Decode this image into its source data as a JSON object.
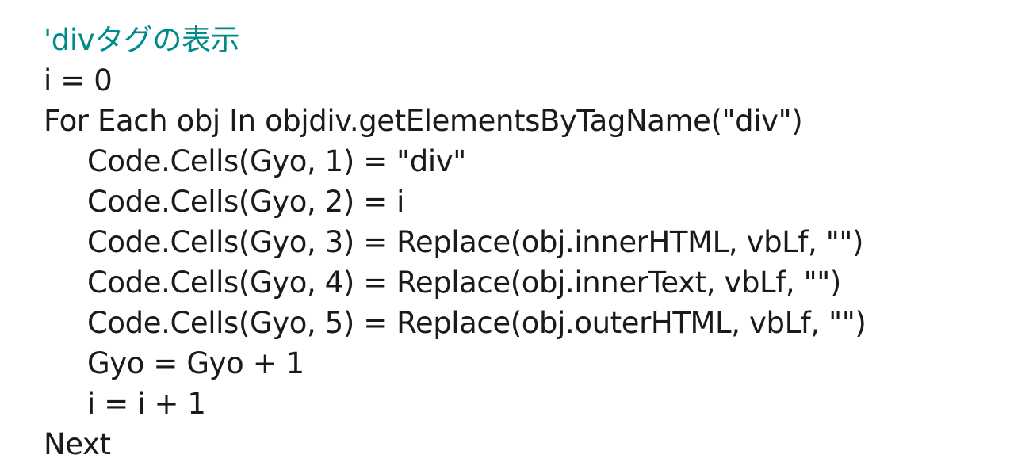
{
  "code": {
    "lines": [
      "'divタグの表示",
      "i = 0",
      "For Each obj In objdiv.getElementsByTagName(\"div\")",
      "Code.Cells(Gyo, 1) = \"div\"",
      "Code.Cells(Gyo, 2) = i",
      "Code.Cells(Gyo, 3) = Replace(obj.innerHTML, vbLf, \"\")",
      "Code.Cells(Gyo, 4) = Replace(obj.innerText, vbLf, \"\")",
      "Code.Cells(Gyo, 5) = Replace(obj.outerHTML, vbLf, \"\")",
      "Gyo = Gyo + 1",
      "i = i + 1",
      "Next"
    ]
  },
  "colors": {
    "comment": "#008b8b",
    "text": "#1a1a1a",
    "background": "#ffffff"
  }
}
